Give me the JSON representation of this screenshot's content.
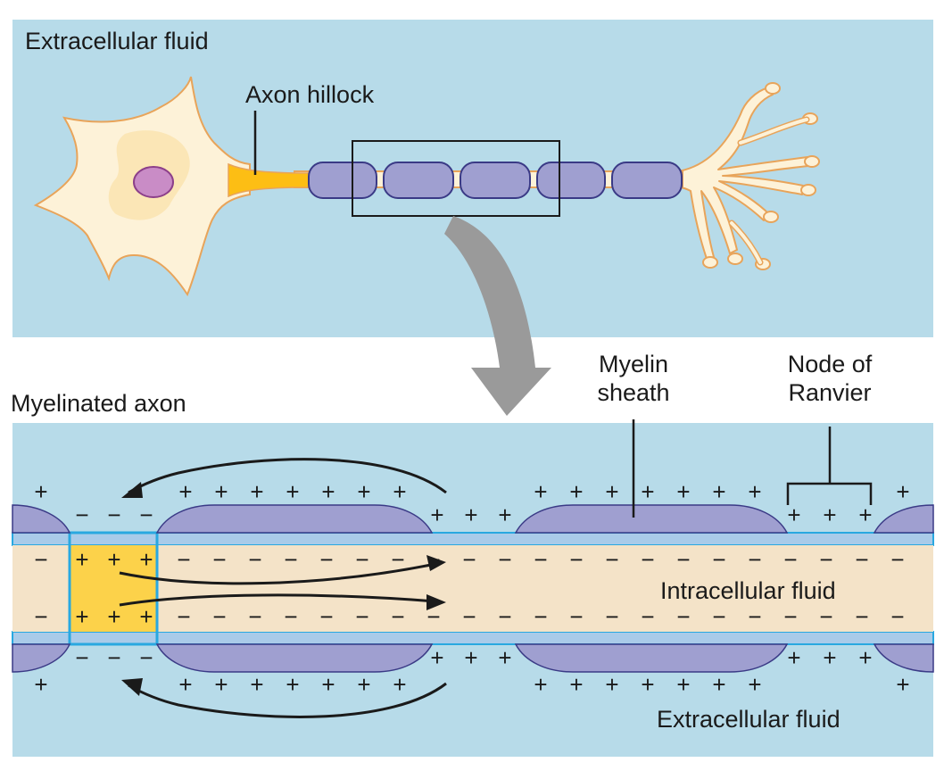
{
  "labels": {
    "extracellular_top": "Extracellular fluid",
    "axon_hillock": "Axon hillock",
    "myelinated_axon": "Myelinated axon",
    "myelin_sheath_line1": "Myelin",
    "myelin_sheath_line2": "sheath",
    "node_line1": "Node of",
    "node_line2": "Ranvier",
    "intracellular": "Intracellular fluid",
    "extracellular_bottom": "Extracellular fluid"
  },
  "symbols": {
    "plus": "+",
    "minus": "−"
  },
  "colors": {
    "fluid_blue": "#b7dbe9",
    "myelin_purple": "#9f9fd0",
    "myelin_dark": "#3a3a86",
    "cytoplasm": "#f4e3c8",
    "active_zone": "#fcd24a",
    "membrane": "#29a8e0",
    "membrane_fill": "#a9cbe9",
    "cell_body": "#fdf2d8",
    "cell_body_edge": "#e8a45a",
    "nucleus": "#c98cc6",
    "hillock": "#fdbe14",
    "arrow_gray": "#9a9a9a"
  }
}
